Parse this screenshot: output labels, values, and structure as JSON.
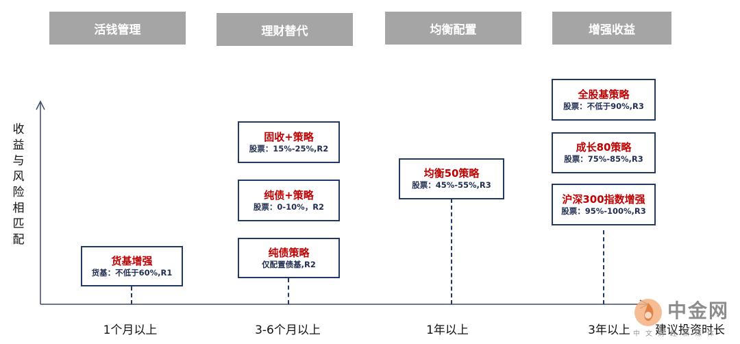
{
  "categories": [
    "活钱管理",
    "理财替代",
    "均衡配置",
    "增强收益"
  ],
  "y_axis_label": "收益与风险相匹配",
  "x_axis_label": "建议投资时长",
  "horizons": [
    "1个月以上",
    "3-6个月以上",
    "1年以上",
    "3年以上"
  ],
  "products": {
    "money": [
      {
        "name": "货基增强",
        "desc": "货基：不低于60%,R1"
      }
    ],
    "wealth": [
      {
        "name": "固收+策略",
        "desc": "股票：15%-25%,R2"
      },
      {
        "name": "纯债+策略",
        "desc": "股票：0-10%，R2"
      },
      {
        "name": "纯债策略",
        "desc": "仅配置债基,R2"
      }
    ],
    "balanced": [
      {
        "name": "均衡50策略",
        "desc": "股票：45%-55%,R3"
      }
    ],
    "enhanced": [
      {
        "name": "全股基策略",
        "desc": "股票：不低于90%,R3"
      },
      {
        "name": "成长80策略",
        "desc": "股票：75%-85%,R3"
      },
      {
        "name": "沪深300指数增强",
        "desc": "股票：95%-100%,R3"
      }
    ]
  },
  "watermark": {
    "name": "中金网",
    "sub": "中文财经新媒体",
    "icon": "flame-logo-icon"
  },
  "colors": {
    "header_bg": "#a6a5a5",
    "product_name": "#c00000",
    "box_border": "#1f3864",
    "axis": "#3a4a6a"
  }
}
